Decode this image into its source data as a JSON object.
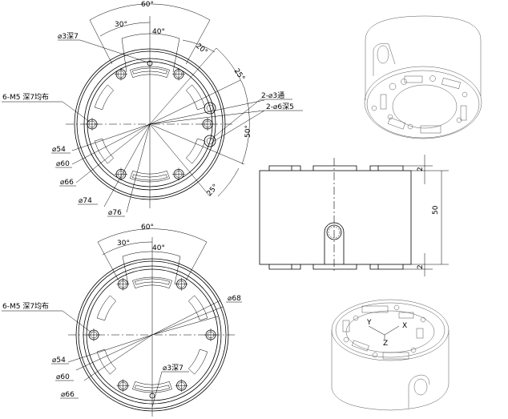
{
  "top_view": {
    "angle_60": "60°",
    "angle_30": "30°",
    "angle_40": "40°",
    "angle_20": "20°",
    "angle_25a": "25°",
    "angle_50": "50°",
    "angle_25b": "25°",
    "dowel": "⌀3深7",
    "m5": "6-M5 深7均布",
    "through": "2-⌀3通",
    "cbore": "2-⌀6深5",
    "d54": "⌀54",
    "d60": "⌀60",
    "d66": "⌀66",
    "d74": "⌀74",
    "d76": "⌀76"
  },
  "bottom_view": {
    "angle_60": "60°",
    "angle_30": "30°",
    "angle_40": "40°",
    "m5": "6-M5 深7均布",
    "d68": "⌀68",
    "d54": "⌀54",
    "d60": "⌀60",
    "d66": "⌀66",
    "dowel": "⌀3深7"
  },
  "side_view": {
    "height": "50",
    "top_tab": "2",
    "bottom_tab": "2"
  },
  "iso_view": {
    "axis_x": "X",
    "axis_y": "Y",
    "axis_z": "Z"
  }
}
